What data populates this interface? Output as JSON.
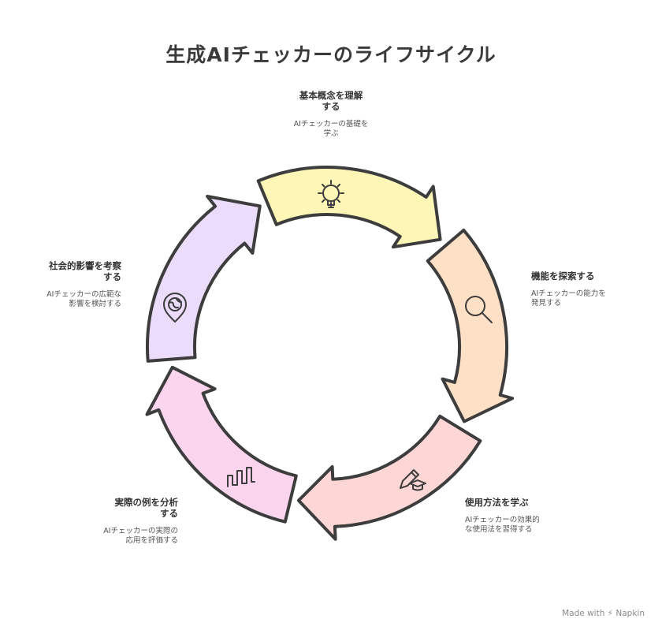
{
  "title": "生成AIチェッカーのライフサイクル",
  "stages": [
    {
      "heading": "基本概念を理解する",
      "heading_l1": "基本概念を理解",
      "heading_l2": "する",
      "desc_l1": "AIチェッカーの基礎を",
      "desc_l2": "学ぶ",
      "icon": "gear-bulb-icon",
      "color": "#fef6b7"
    },
    {
      "heading": "機能を探索する",
      "heading_l1": "機能を探索する",
      "heading_l2": "",
      "desc_l1": "AIチェッカーの能力を",
      "desc_l2": "発見する",
      "icon": "magnifier-icon",
      "color": "#fde0c6"
    },
    {
      "heading": "使用方法を学ぶ",
      "heading_l1": "使用方法を学ぶ",
      "heading_l2": "",
      "desc_l1": "AIチェッカーの効果的",
      "desc_l2": "な使用法を習得する",
      "icon": "pencil-cap-icon",
      "color": "#fdd6d6"
    },
    {
      "heading": "実際の例を分析する",
      "heading_l1": "実際の例を分析",
      "heading_l2": "する",
      "desc_l1": "AIチェッカーの実際の",
      "desc_l2": "応用を評価する",
      "icon": "waveform-icon",
      "color": "#fbd5ee"
    },
    {
      "heading": "社会的影響を考察する",
      "heading_l1": "社会的影響を考察",
      "heading_l2": "する",
      "desc_l1": "AIチェッカーの広範な",
      "desc_l2": "影響を検討する",
      "icon": "globe-pin-icon",
      "color": "#ecdcfb"
    }
  ],
  "credit": "Made with ⚡ Napkin"
}
